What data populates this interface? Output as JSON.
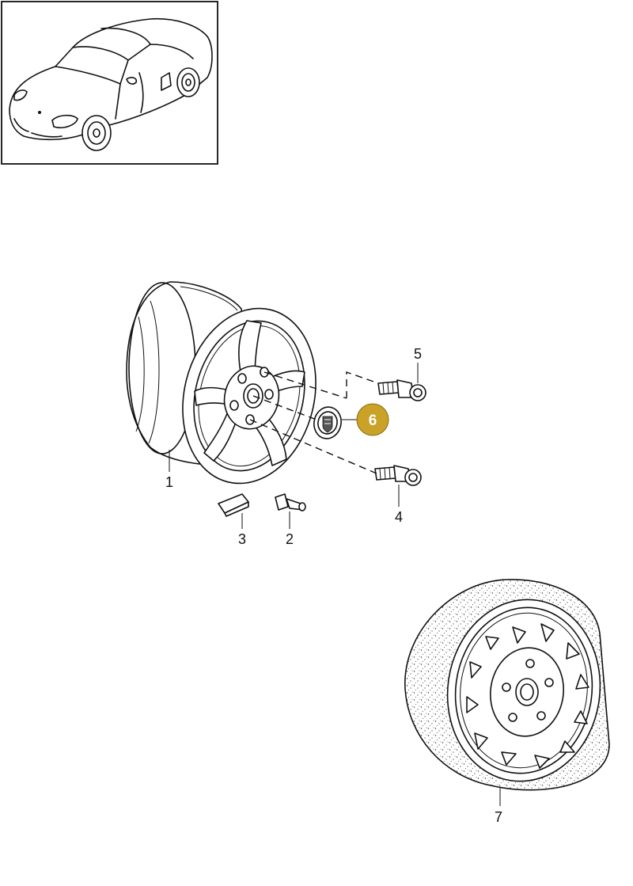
{
  "diagram": {
    "parts": [
      {
        "id": "1",
        "label": "1"
      },
      {
        "id": "2",
        "label": "2"
      },
      {
        "id": "3",
        "label": "3"
      },
      {
        "id": "4",
        "label": "4"
      },
      {
        "id": "5",
        "label": "5"
      },
      {
        "id": "6",
        "label": "6",
        "highlighted": true
      },
      {
        "id": "7",
        "label": "7"
      }
    ],
    "highlight_color": "#c9a227",
    "line_color": "#111111"
  }
}
